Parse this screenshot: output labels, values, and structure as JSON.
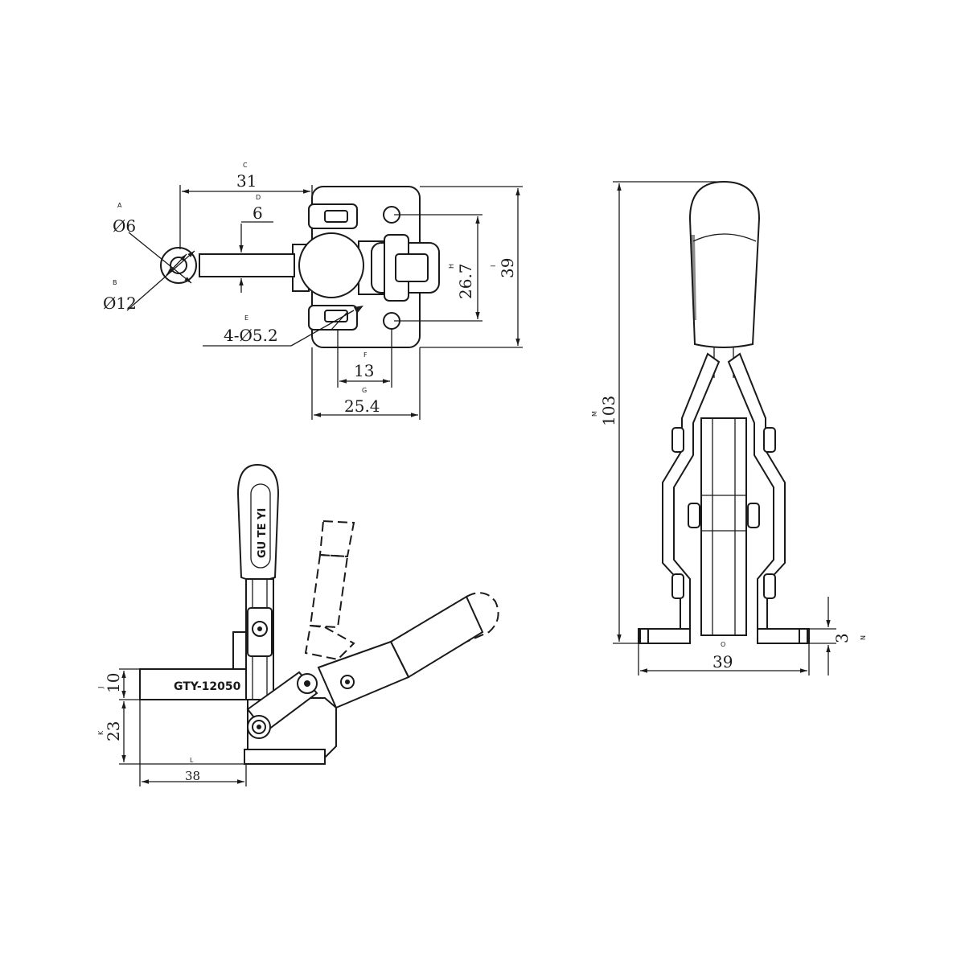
{
  "top_view": {
    "A": {
      "letter": "A",
      "value": "Ø6"
    },
    "B": {
      "letter": "B",
      "value": "Ø12"
    },
    "C": {
      "letter": "C",
      "value": "31"
    },
    "D": {
      "letter": "D",
      "value": "6"
    },
    "E": {
      "letter": "E",
      "value": "4-Ø5.2"
    },
    "F": {
      "letter": "F",
      "value": "13"
    },
    "G": {
      "letter": "G",
      "value": "25.4"
    },
    "H": {
      "letter": "H",
      "value": "26.7"
    },
    "I": {
      "letter": "I",
      "value": "39"
    }
  },
  "side_view": {
    "model_label": "GTY-12050",
    "brand_on_handle": "GU TE YI",
    "J": {
      "letter": "J",
      "value": "10"
    },
    "K": {
      "letter": "K",
      "value": "23"
    },
    "L": {
      "letter": "L",
      "value": "38"
    }
  },
  "front_view": {
    "M": {
      "letter": "M",
      "value": "103"
    },
    "N": {
      "letter": "N",
      "value": "3"
    },
    "O": {
      "letter": "O",
      "value": "39"
    }
  }
}
